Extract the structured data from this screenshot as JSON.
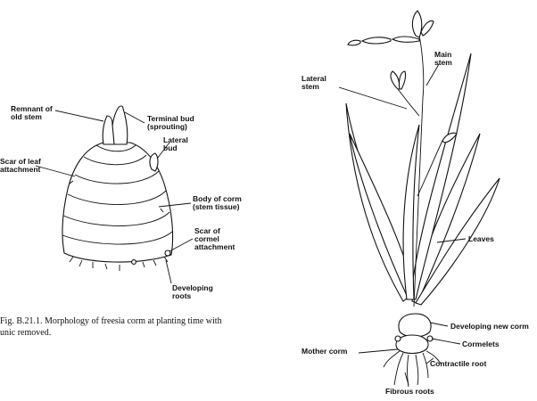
{
  "left_diagram": {
    "labels": {
      "remnant_1": "Remnant of",
      "remnant_2": "old stem",
      "terminal_1": "Terminal bud",
      "terminal_2": "(sprouting)",
      "scar_leaf_1": "Scar of leaf",
      "scar_leaf_2": "attachment",
      "lateral_1": "Lateral",
      "lateral_2": "bud",
      "body_1": "Body of corm",
      "body_2": "(stem tissue)",
      "scar_cormel_1": "Scar of",
      "scar_cormel_2": "cormel",
      "scar_cormel_3": "attachment",
      "roots_1": "Developing",
      "roots_2": "roots"
    },
    "caption_1": "Fig. B.21.1. Morphology of freesia corm at planting time with",
    "caption_2": "unic removed."
  },
  "right_diagram": {
    "labels": {
      "main_1": "Main",
      "main_2": "stem",
      "lateral_1": "Lateral",
      "lateral_2": "stem",
      "leaves": "Leaves",
      "new_corm": "Developing new corm",
      "cormels": "Cormelets",
      "mother": "Mother corm",
      "contractile": "Contractile root",
      "fibrous": "Fibrous roots"
    }
  }
}
